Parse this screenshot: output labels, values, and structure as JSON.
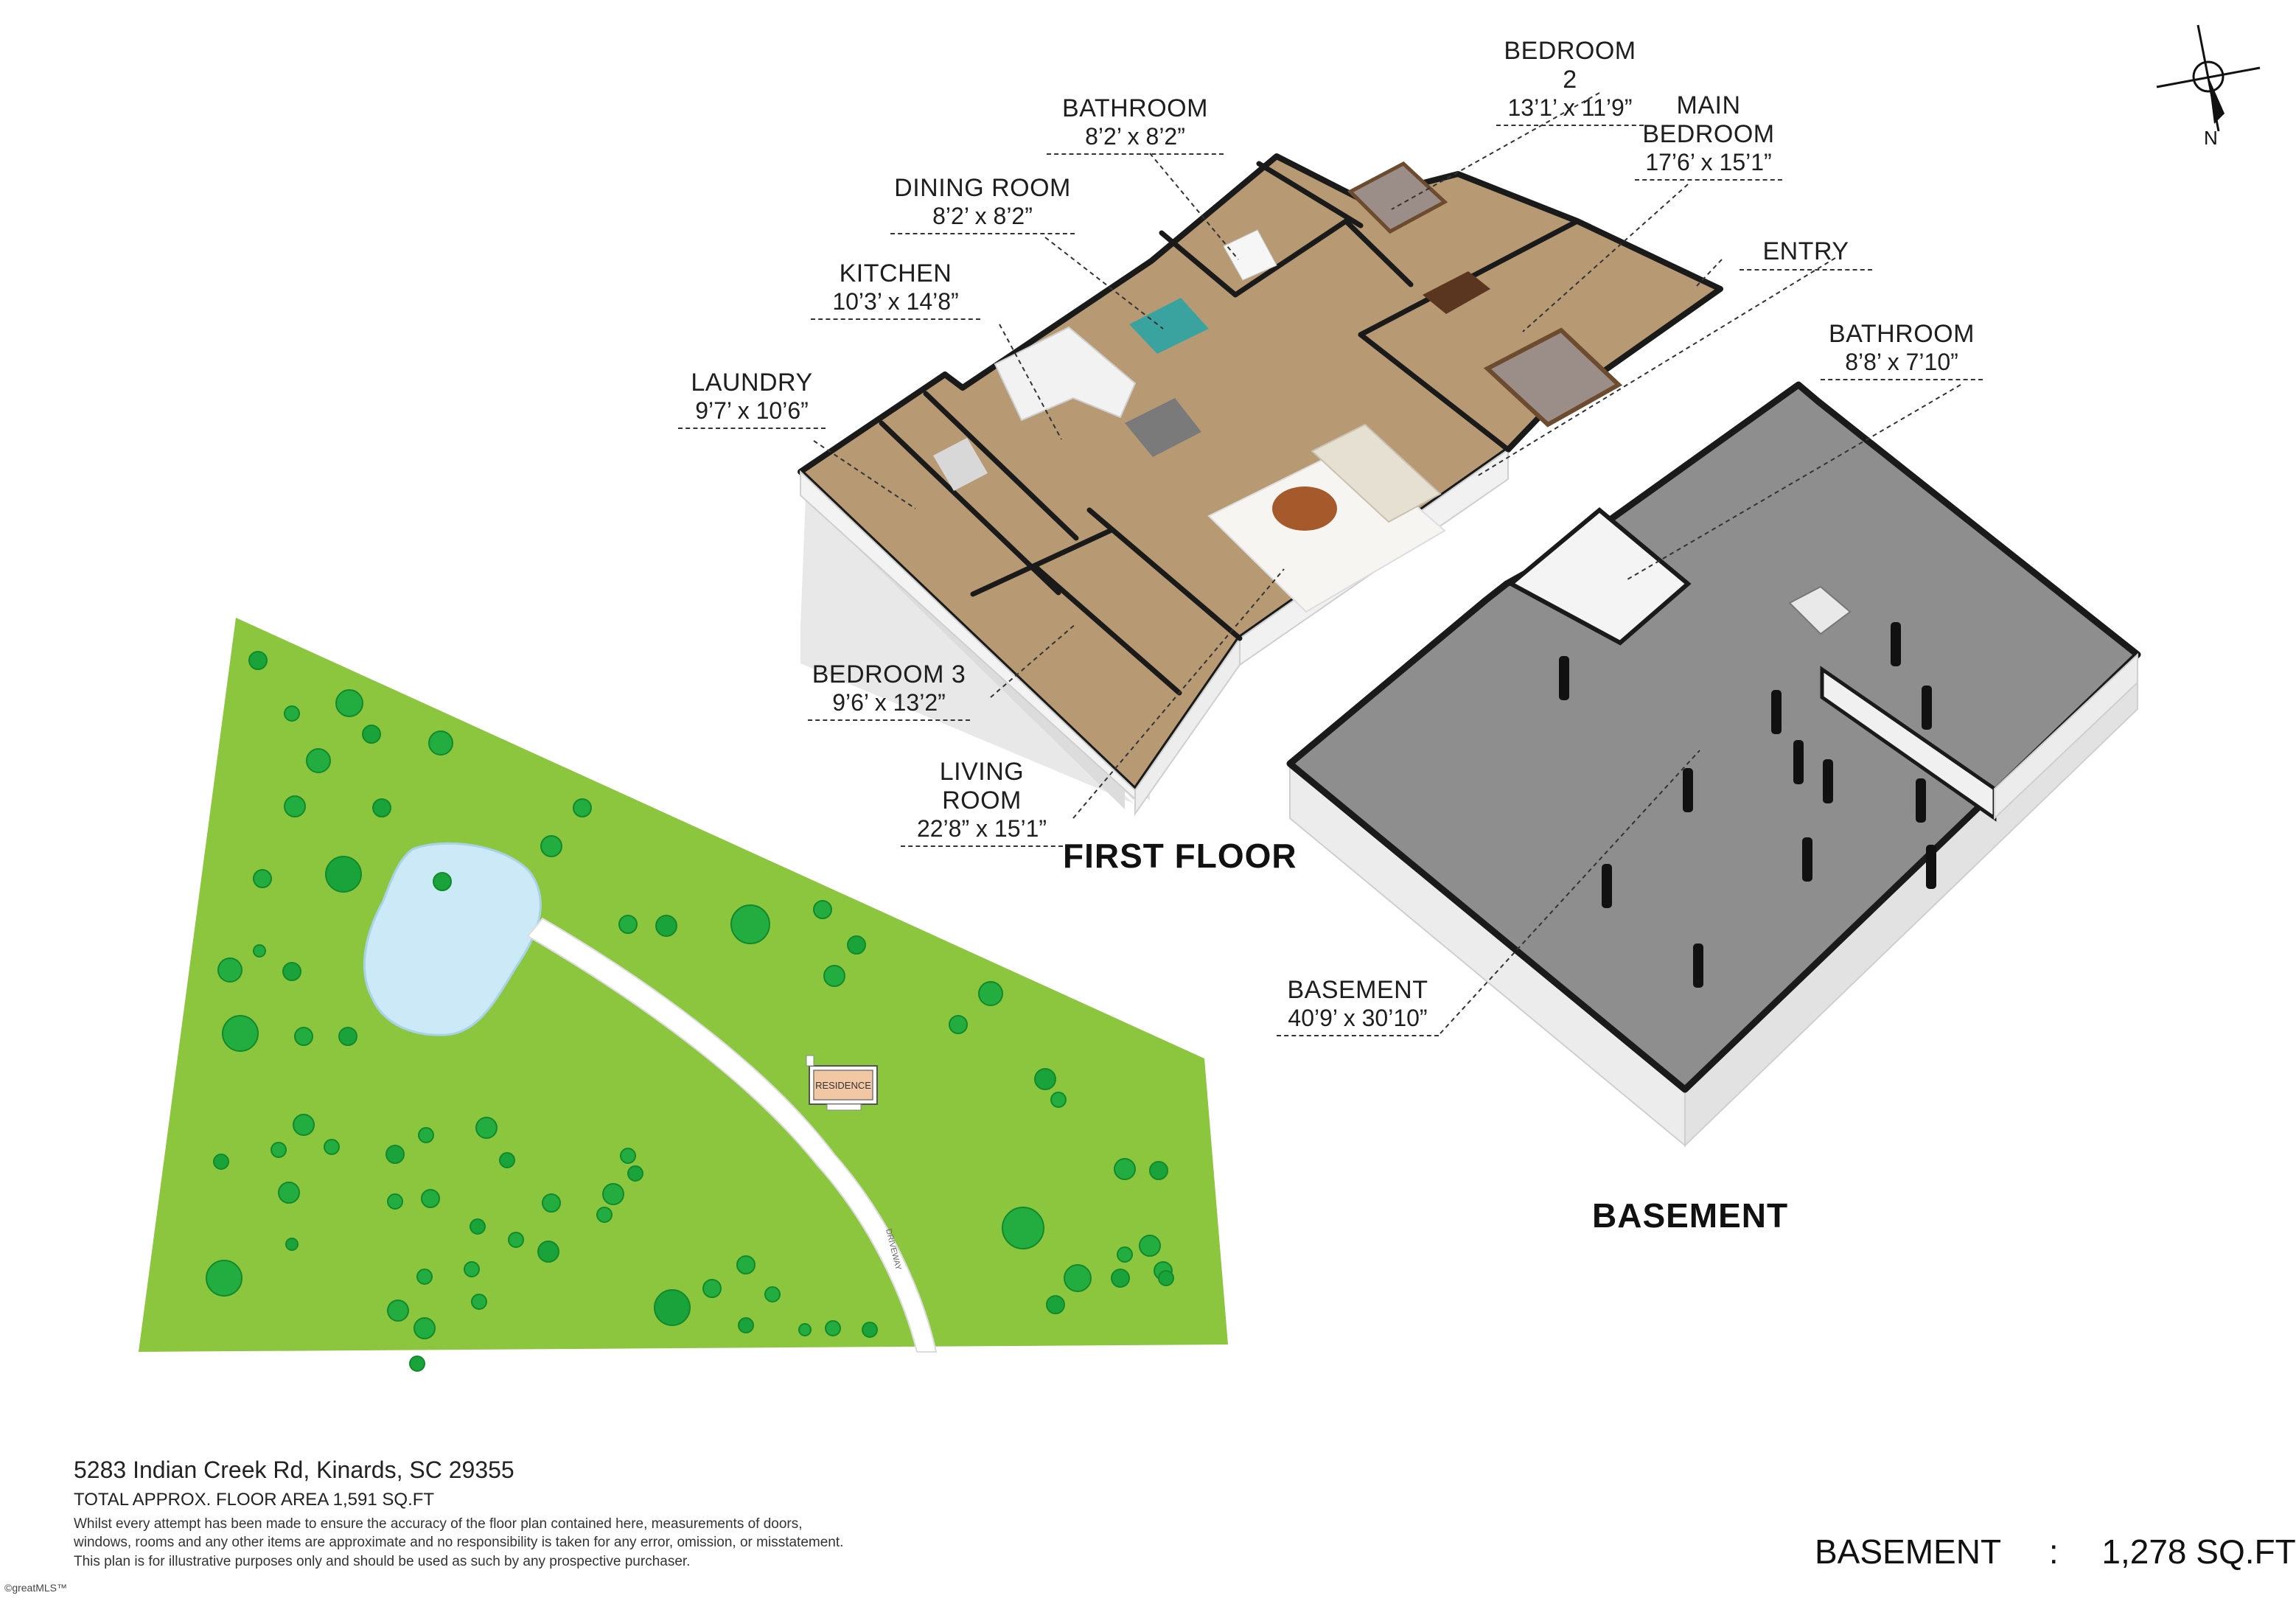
{
  "headings": {
    "first_floor": "FIRST FLOOR",
    "basement": "BASEMENT"
  },
  "rooms": {
    "bathroom_1": {
      "name": "BATHROOM",
      "dims": "8’2’ x 8’2”"
    },
    "bedroom_2": {
      "name": "BEDROOM 2",
      "dims": "13’1’ x 11’9”"
    },
    "main_bedroom": {
      "name": "MAIN\nBEDROOM",
      "dims": "17’6’ x 15’1”"
    },
    "dining_room": {
      "name": "DINING ROOM",
      "dims": "8’2’ x 8’2”"
    },
    "kitchen": {
      "name": "KITCHEN",
      "dims": "10’3’ x 14’8”"
    },
    "entry": {
      "name": "ENTRY",
      "dims": ""
    },
    "laundry": {
      "name": "LAUNDRY",
      "dims": "9’7’ x 10’6”"
    },
    "bathroom_2": {
      "name": "BATHROOM",
      "dims": "8’8’ x 7’10”"
    },
    "bedroom_3": {
      "name": "BEDROOM 3",
      "dims": "9’6’ x 13’2”"
    },
    "living_room": {
      "name": "LIVING ROOM",
      "dims": "22’8” x 15’1”"
    },
    "basement": {
      "name": "BASEMENT",
      "dims": "40’9’ x 30’10”"
    }
  },
  "site": {
    "residence_label": "RESIDENCE",
    "driveway_label": "DRIVEWAY"
  },
  "compass": {
    "north_label": "N"
  },
  "footer": {
    "address": "5283 Indian Creek Rd, Kinards, SC 29355",
    "total_area": "TOTAL APPROX. FLOOR AREA 1,591 SQ.FT",
    "disclaimer_1": "Whilst every attempt has been made to ensure the accuracy of the floor plan contained here, measurements of doors,",
    "disclaimer_2": "windows, rooms and any other items are approximate and no responsibility is taken for any error, omission, or misstatement.",
    "disclaimer_3": "This plan is for illustrative purposes only and should be used as such by any prospective purchaser."
  },
  "summary": {
    "level": "BASEMENT",
    "separator": ":",
    "area": "1,278 SQ.FT"
  },
  "brand": "©greatMLS™",
  "colors": {
    "lawn": "#8cc63f",
    "tree": "#1fa33a",
    "pond": "#cce9f7",
    "driveway": "#ffffff",
    "floor_wood": "#b79a74",
    "basement_floor": "#8e8e8e",
    "wall": "#f3f3f3",
    "wall_cap": "#1a1a1a"
  }
}
